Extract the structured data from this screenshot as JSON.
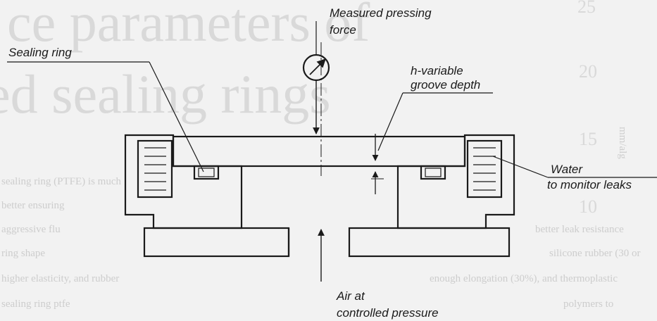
{
  "labels": {
    "measured_force_line1": "Measured pressing",
    "measured_force_line2": "force",
    "sealing_ring": "Sealing ring",
    "groove_line1": "h-variable",
    "groove_line2": "groove depth",
    "water_line1": "Water",
    "water_line2": "to monitor leaks",
    "air_line1": "Air at",
    "air_line2": "controlled pressure"
  },
  "background_print": {
    "heading_line1": "ce parameters of",
    "heading_line2": "ed sealing rings",
    "axis_ticks": [
      "25",
      "20",
      "15",
      "10"
    ],
    "axis_label": "mm/alg",
    "body_lines": [
      "sealing ring (PTFE) is much",
      "better ensuring",
      "aggressive flu",
      "ring shape",
      "higher elasticity, and rubber",
      "sealing ring ptfe"
    ],
    "body_lines_right": [
      "better leak resistance",
      "silicone rubber (30 or",
      "enough elongation (30%), and thermoplastic",
      "polymers to"
    ]
  },
  "colors": {
    "ink": "#1a1a1a",
    "paper": "#f2f2f2",
    "faded": "#d9d9d9"
  }
}
